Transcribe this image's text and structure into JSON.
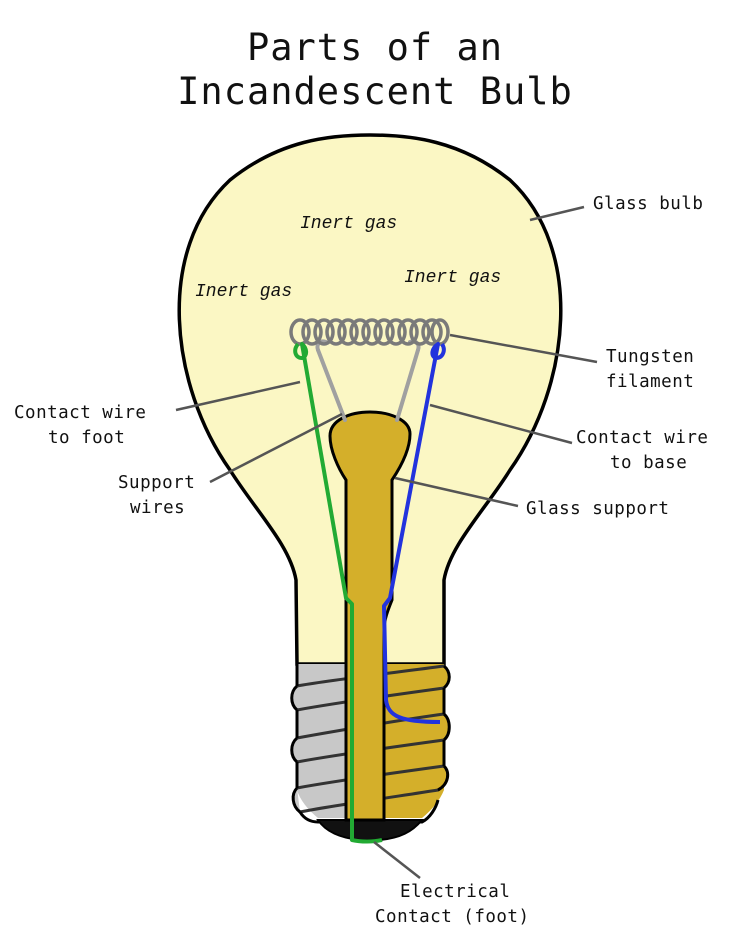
{
  "title": {
    "line1": "Parts of an",
    "line2": "Incandescent Bulb"
  },
  "gas_labels": [
    "Inert gas",
    "Inert gas",
    "Inert gas"
  ],
  "callouts": {
    "glass_bulb": [
      "Glass bulb"
    ],
    "tungsten_filament": [
      "Tungsten",
      "filament"
    ],
    "contact_wire_base": [
      "Contact wire",
      "to base"
    ],
    "glass_support": [
      "Glass support"
    ],
    "contact_wire_foot": [
      "Contact wire",
      "to foot"
    ],
    "support_wires": [
      "Support",
      "wires"
    ],
    "electrical_contact": [
      "Electrical",
      "Contact (foot)"
    ]
  },
  "colors": {
    "bulb_fill": "#FBF7C4",
    "bulb_outline": "#000000",
    "glass_support": "#D4AF2A",
    "screw_base": "#C8C8C8",
    "contact_foot_wire": "#22AA33",
    "contact_base_wire": "#2233DD",
    "support_wire": "#A0A0A0",
    "filament": "#7A7A7A",
    "leader_line": "#555555"
  }
}
